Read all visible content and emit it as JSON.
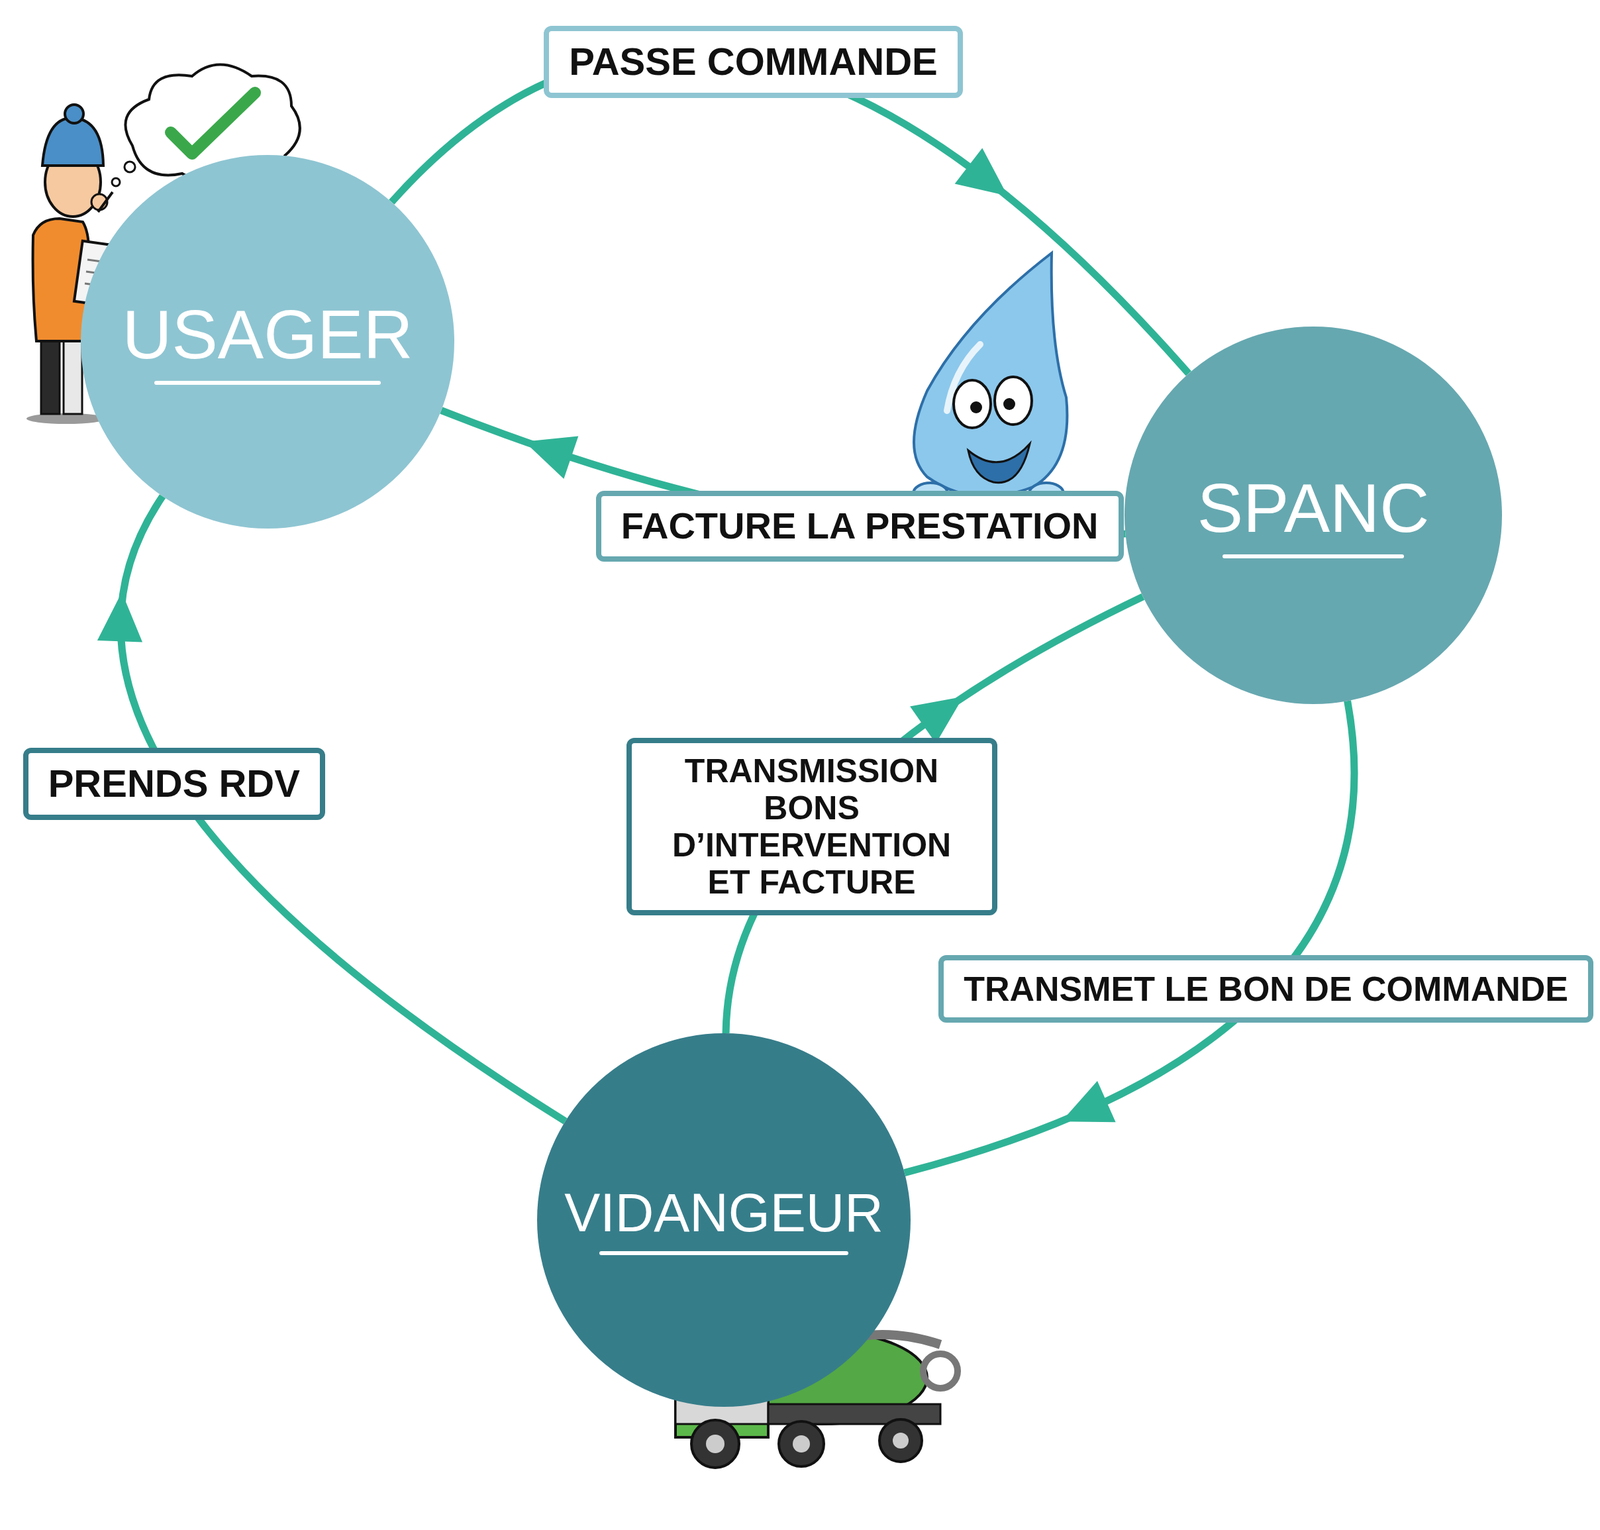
{
  "diagram": {
    "nodes": [
      {
        "text": [
          "USAGER"
        ]
      },
      {
        "text": [
          "SPANC"
        ]
      },
      {
        "text": [
          "VIDANGEUR"
        ]
      }
    ],
    "edges": [
      {
        "from": 0,
        "to": 1,
        "label": "PASSE COMMANDE",
        "arrow": "to"
      },
      {
        "from": 1,
        "to": 0,
        "label": "FACTURE LA PRESTATION",
        "arrow": "to"
      },
      {
        "from": 1,
        "to": 2,
        "label": "TRANSMET LE BON DE COMMANDE",
        "arrow": "to"
      },
      {
        "from": 2,
        "to": 1,
        "label": "TRANSMISSION BONS D’INTERVENTION ET FACTURE",
        "arrow": "to"
      },
      {
        "from": 2,
        "to": 0,
        "label": "PRENDS RDV",
        "arrow": "to"
      }
    ]
  }
}
